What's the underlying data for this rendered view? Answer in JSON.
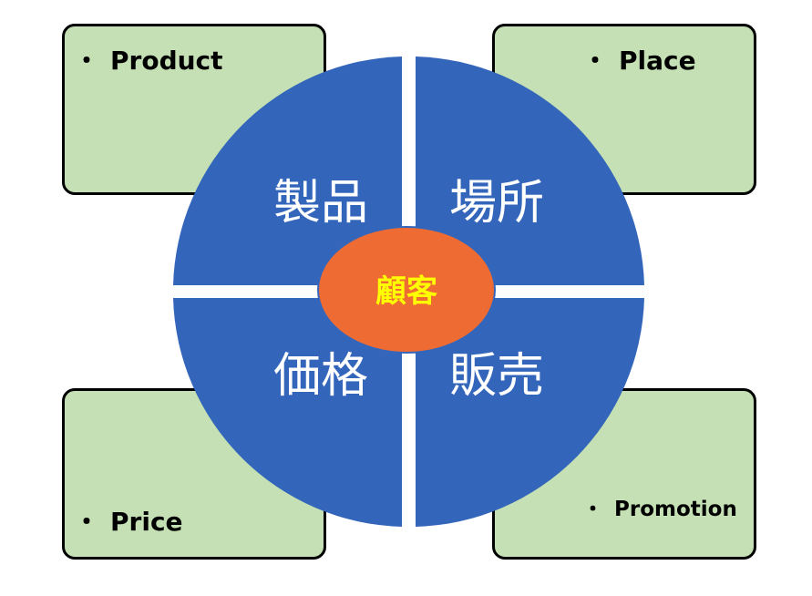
{
  "colors": {
    "quadrant_fill": "#3366bb",
    "center_fill": "#ee6b33",
    "center_text": "#ffff00",
    "box_fill": "#c5e0b4",
    "box_border": "#000000",
    "quadrant_text": "#ffffff"
  },
  "bullet": "・",
  "boxes": {
    "product": "Product",
    "place": "Place",
    "price": "Price",
    "promotion": "Promotion"
  },
  "quadrants": {
    "top_left": "製品",
    "top_right": "場所",
    "bottom_left": "価格",
    "bottom_right": "販売"
  },
  "center": "顧客"
}
